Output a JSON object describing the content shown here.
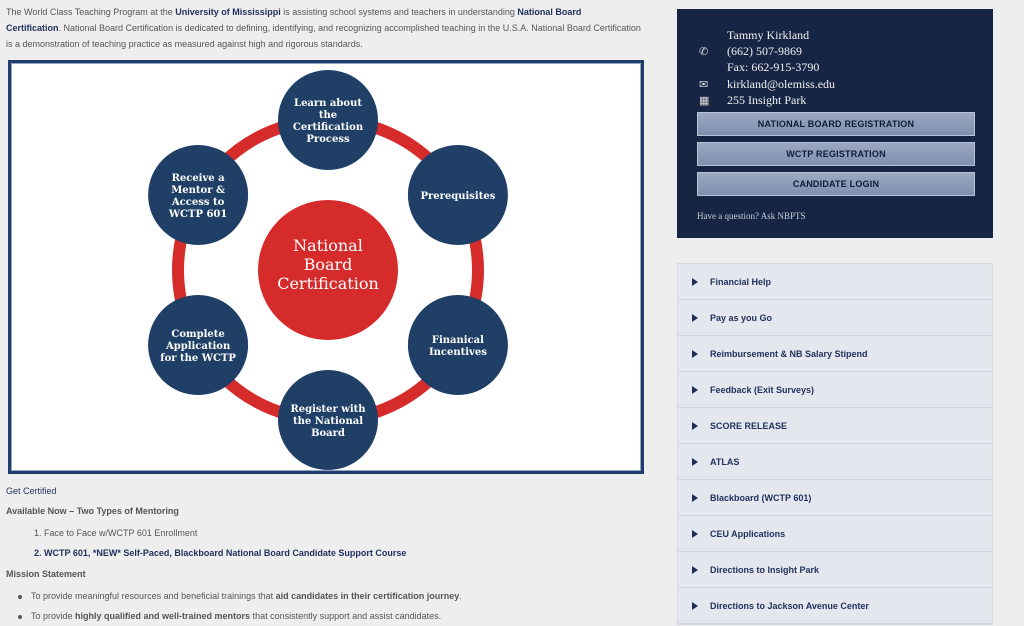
{
  "intro": {
    "p1": "The World Class Teaching Program at the ",
    "univ": "University of Mississippi",
    "p2": " is assisting school systems and teachers in understanding ",
    "nbc": "National Board",
    "nbc2": "Certification",
    "p3": ". National Board Certification is dedicated to defining, identifying, and recognizing accomplished teaching in the U.S.A. National Board Certification",
    "p4": "is a demonstration of teaching practice as measured against high and rigorous standards."
  },
  "diagram": {
    "center": [
      "National",
      "Board",
      "Certification"
    ],
    "nodes": [
      {
        "lines": [
          "Learn about",
          "the",
          "Certification",
          "Process"
        ]
      },
      {
        "lines": [
          "Prerequisites"
        ]
      },
      {
        "lines": [
          "Finanical",
          "Incentives"
        ]
      },
      {
        "lines": [
          "Register with",
          "the National",
          "Board"
        ]
      },
      {
        "lines": [
          "Complete",
          "Application",
          "for the WCTP"
        ]
      },
      {
        "lines": [
          "Receive a",
          "Mentor &",
          "Access to",
          "WCTP 601"
        ]
      }
    ],
    "colors": {
      "node": "#1f3f66",
      "ring": "#d62b2b",
      "center": "#d62b2b"
    }
  },
  "get_certified": "Get Certified",
  "available": "Available Now – Two Types of Mentoring",
  "mentoring": [
    "1.  Face to Face w/WCTP 601 Enrollment",
    "2.  WCTP 601, *NEW* Self-Paced, Blackboard National Board Candidate Support Course"
  ],
  "mission": "Mission Statement",
  "mission_items": [
    {
      "a": "To provide meaningful resources and beneficial trainings that ",
      "b": "aid candidates in their certification journey",
      "c": "."
    },
    {
      "a": "To provide ",
      "b": "highly qualified and well-trained mentors",
      "c": " that consistently support and assist candidates."
    }
  ],
  "contact": {
    "name": "Tammy Kirkland",
    "phone": "(662) 507-9869",
    "fax": "Fax: 662-915-3790",
    "email": "kirkland@olemiss.edu",
    "address": "255 Insight Park",
    "buttons": [
      "NATIONAL BOARD REGISTRATION",
      "WCTP REGISTRATION",
      "CANDIDATE LOGIN"
    ],
    "question": "Have a question? Ask NBPTS"
  },
  "menu": [
    "Financial Help",
    "Pay as you Go",
    "Reimbursement & NB Salary Stipend",
    "Feedback (Exit Surveys)",
    "SCORE RELEASE",
    "ATLAS",
    "Blackboard (WCTP 601)",
    "CEU Applications",
    "Directions to Insight Park",
    "Directions to Jackson Avenue Center"
  ]
}
